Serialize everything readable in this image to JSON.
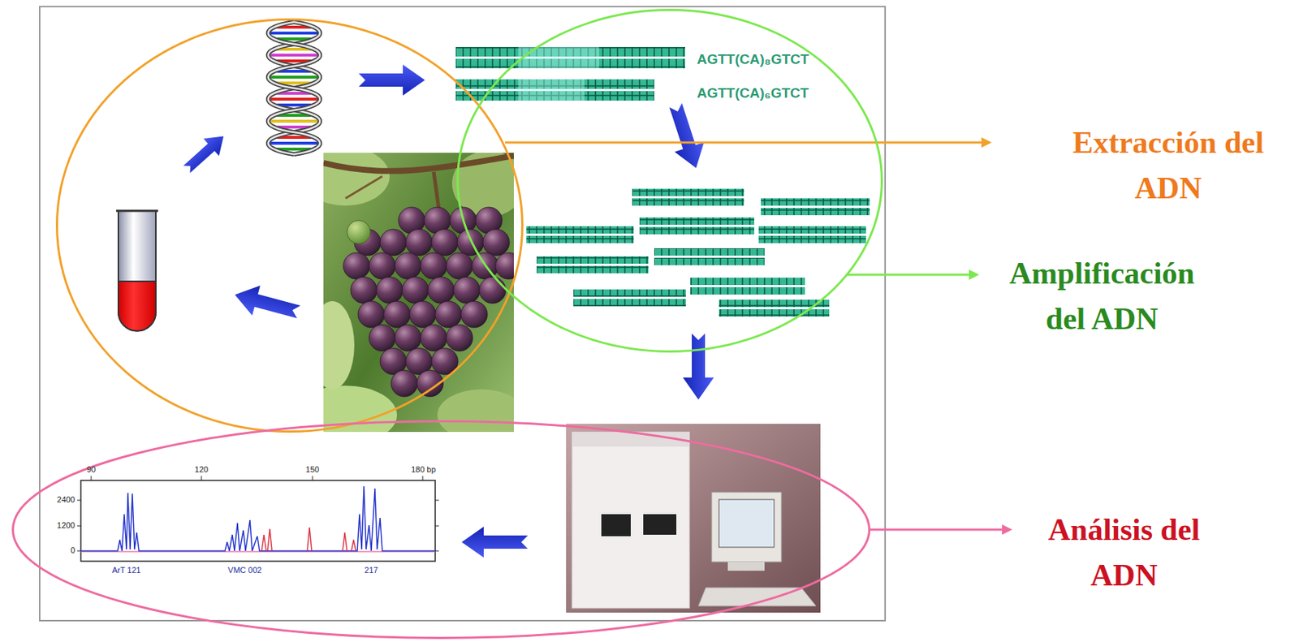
{
  "diagram": {
    "nodes": [
      {
        "text": [
          "Extracción del ADN"
        ]
      },
      {
        "text": [
          "Amplificación del ADN"
        ]
      },
      {
        "text": [
          "Análisis del ADN"
        ]
      }
    ],
    "labels": [
      "AGTT(CA)₈GTCT",
      "AGTT(CA)₆GTCT",
      "90",
      "120",
      "150",
      "180 bp",
      "2400",
      "1200",
      "0",
      "ArT 121",
      "VMC 002",
      "217"
    ]
  }
}
